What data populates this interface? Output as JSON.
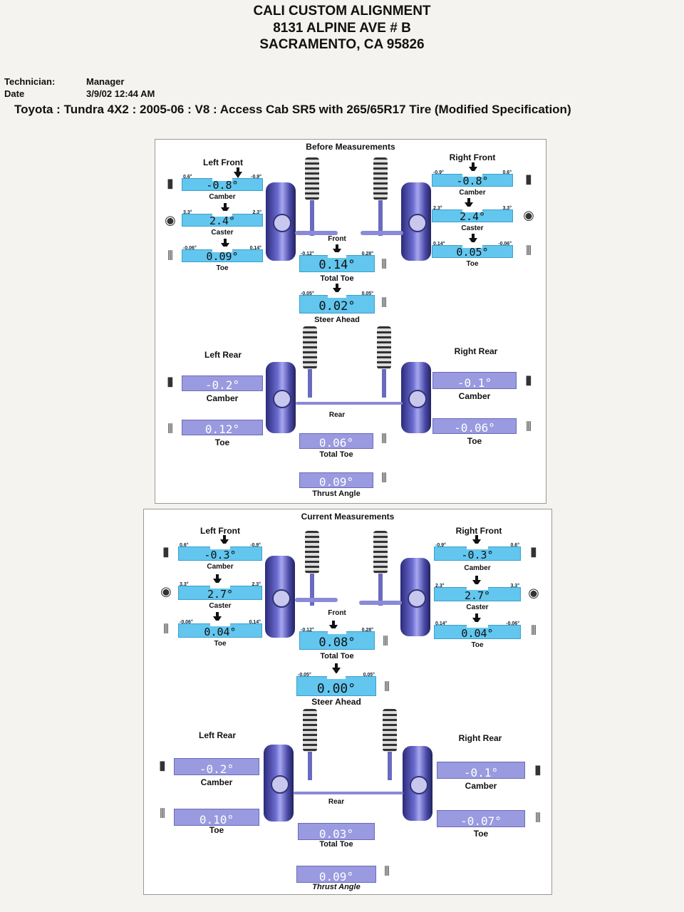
{
  "header": {
    "shop": "CALI CUSTOM ALIGNMENT",
    "address": "8131 ALPINE AVE # B",
    "city": "SACRAMENTO, CA 95826",
    "technician_label": "Technician:",
    "technician": "Manager",
    "date_label": "Date",
    "date": "3/9/02 12:44 AM",
    "vehicle": "Toyota : Tundra 4X2 : 2005-06 : V8 : Access Cab SR5 with 265/65R17 Tire (Modified Specification)"
  },
  "labels": {
    "left_front": "Left Front",
    "right_front": "Right Front",
    "left_rear": "Left Rear",
    "right_rear": "Right Rear",
    "front": "Front",
    "rear": "Rear",
    "camber": "Camber",
    "caster": "Caster",
    "toe": "Toe",
    "total_toe": "Total Toe",
    "steer_ahead": "Steer Ahead",
    "thrust_angle": "Thrust Angle"
  },
  "before": {
    "title": "Before Measurements",
    "lf": {
      "camber": "-0.8°",
      "camber_min": "0.6°",
      "camber_max": "-0.9°",
      "caster": "2.4°",
      "caster_min": "3.3°",
      "caster_max": "2.3°",
      "toe": "0.09°",
      "toe_min": "-0.06°",
      "toe_max": "0.14°"
    },
    "rf": {
      "camber": "-0.8°",
      "camber_min": "-0.9°",
      "camber_max": "0.6°",
      "caster": "2.4°",
      "caster_min": "2.3°",
      "caster_max": "3.3°",
      "toe": "0.05°",
      "toe_min": "0.14°",
      "toe_max": "-0.06°"
    },
    "front_total_toe": "0.14°",
    "front_total_toe_min": "-0.12°",
    "front_total_toe_max": "0.28°",
    "steer_ahead": "0.02°",
    "steer_ahead_min": "-0.05°",
    "steer_ahead_max": "0.05°",
    "lr": {
      "camber": "-0.2°",
      "toe": "0.12°"
    },
    "rr": {
      "camber": "-0.1°",
      "toe": "-0.06°"
    },
    "rear_total_toe": "0.06°",
    "thrust_angle": "0.09°"
  },
  "current": {
    "title": "Current Measurements",
    "lf": {
      "camber": "-0.3°",
      "camber_min": "0.6°",
      "camber_max": "-0.9°",
      "caster": "2.7°",
      "caster_min": "3.3°",
      "caster_max": "2.3°",
      "toe": "0.04°",
      "toe_min": "-0.06°",
      "toe_max": "0.14°"
    },
    "rf": {
      "camber": "-0.3°",
      "camber_min": "-0.9°",
      "camber_max": "0.6°",
      "caster": "2.7°",
      "caster_min": "2.3°",
      "caster_max": "3.3°",
      "toe": "0.04°",
      "toe_min": "0.14°",
      "toe_max": "-0.06°"
    },
    "front_total_toe": "0.08°",
    "front_total_toe_min": "-0.12°",
    "front_total_toe_max": "0.28°",
    "steer_ahead": "0.00°",
    "steer_ahead_min": "-0.05°",
    "steer_ahead_max": "0.05°",
    "lr": {
      "camber": "-0.2°",
      "toe": "0.10°"
    },
    "rr": {
      "camber": "-0.1°",
      "toe": "-0.07°"
    },
    "rear_total_toe": "0.03°",
    "thrust_angle": "0.09°"
  }
}
